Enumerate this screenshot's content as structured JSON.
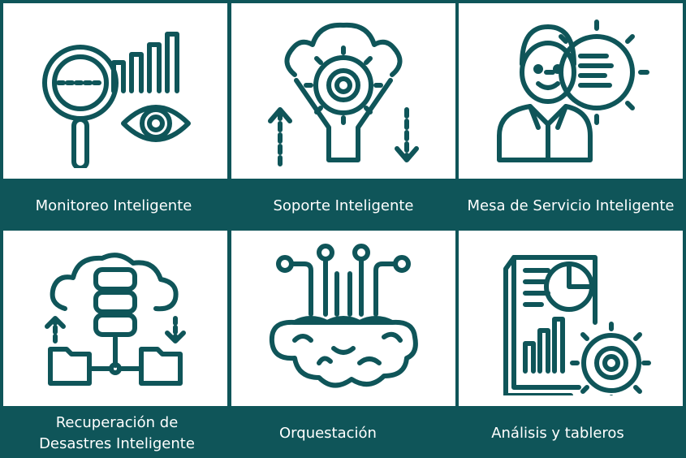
{
  "colors": {
    "background": "#0f5559",
    "tile": "#ffffff",
    "icon": "#0f5559",
    "label_text": "#ffffff"
  },
  "services": [
    {
      "icon": "magnifier-chart-eye-icon",
      "label": "Monitoreo Inteligente"
    },
    {
      "icon": "cloud-gear-funnel-icon",
      "label": "Soporte Inteligente"
    },
    {
      "icon": "person-gear-icon",
      "label": "Mesa de Servicio Inteligente"
    },
    {
      "icon": "cloud-database-folders-icon",
      "label_line1": "Recuperación de",
      "label_line2": "Desastres Inteligente"
    },
    {
      "icon": "brain-circuit-icon",
      "label": "Orquestación"
    },
    {
      "icon": "report-chart-gear-icon",
      "label": "Análisis y tableros"
    }
  ]
}
